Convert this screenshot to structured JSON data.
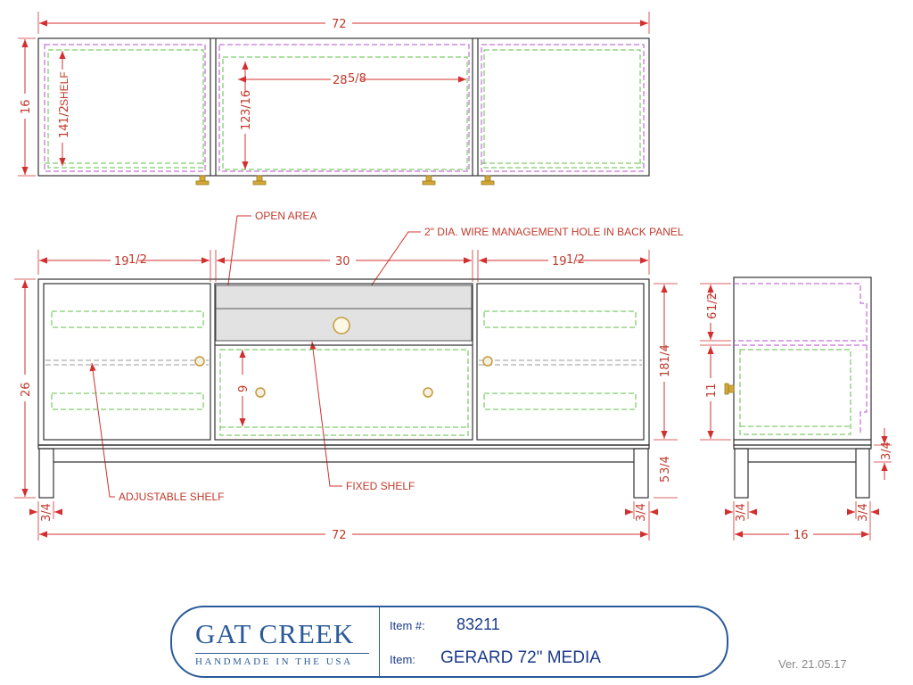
{
  "top_view": {
    "overall_width": "72",
    "depth": "16",
    "shelf_depth_whole": "14",
    "shelf_depth_frac": "1/2",
    "shelf_label": "SHELF",
    "opening_width_whole": "28",
    "opening_width_frac": "5/8",
    "opening_depth_whole": "12",
    "opening_depth_frac": "3/16"
  },
  "front_view": {
    "left_section_whole": "19",
    "left_section_frac": "1/2",
    "center_section": "30",
    "right_section_whole": "19",
    "right_section_frac": "1/2",
    "height": "26",
    "case_height_whole": "18",
    "case_height_frac": "1/4",
    "base_height_whole": "5",
    "base_height_frac": "3/4",
    "drawer_opening_height": "9",
    "leg_left_frac": "3/4",
    "leg_right_frac": "3/4",
    "overall_width": "72"
  },
  "side_view": {
    "top_opening_whole": "6",
    "top_opening_frac": "1/2",
    "lower_opening": "11",
    "leg_inset_frac": "3/4",
    "leg_left_frac": "3/4",
    "leg_right_frac": "3/4",
    "depth": "16"
  },
  "callouts": {
    "open_area": "OPEN AREA",
    "wire_hole": "2\" DIA. WIRE MANAGEMENT HOLE IN BACK PANEL",
    "adjustable_shelf": "ADJUSTABLE SHELF",
    "fixed_shelf": "FIXED SHELF"
  },
  "title_block": {
    "brand": "GAT CREEK",
    "tagline": "HANDMADE IN THE USA",
    "item_no_label": "Item #:",
    "item_no": "83211",
    "item_label": "Item:",
    "item_name": "GERARD 72\" MEDIA"
  },
  "version": "Ver. 21.05.17",
  "colors": {
    "dimension": "#d32f2f",
    "outline": "#333333",
    "shelf_purple": "#b84ecf",
    "shelf_green": "#5fbf4a",
    "brand_blue": "#2a5a9a"
  }
}
